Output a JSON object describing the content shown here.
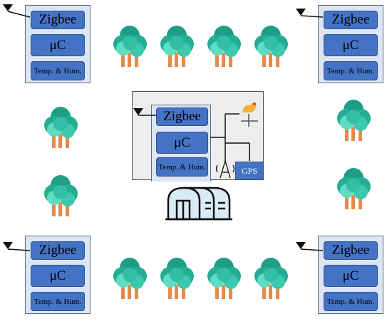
{
  "labels": {
    "zigbee": "Zigbee",
    "mc": "μC",
    "temp_hum": "Temp. & Hum.",
    "gps": "GPS"
  },
  "colors": {
    "node_panel": "#dce6f2",
    "block": "#4472c4",
    "gateway_panel": "#ededed",
    "tree_canopy": "#2ab39a",
    "tree_trunk": "#e58a4a"
  },
  "icons": [
    "antenna-icon",
    "weathervane-icon",
    "cell-tower-icon",
    "greenhouse-icon",
    "tree-icon"
  ]
}
